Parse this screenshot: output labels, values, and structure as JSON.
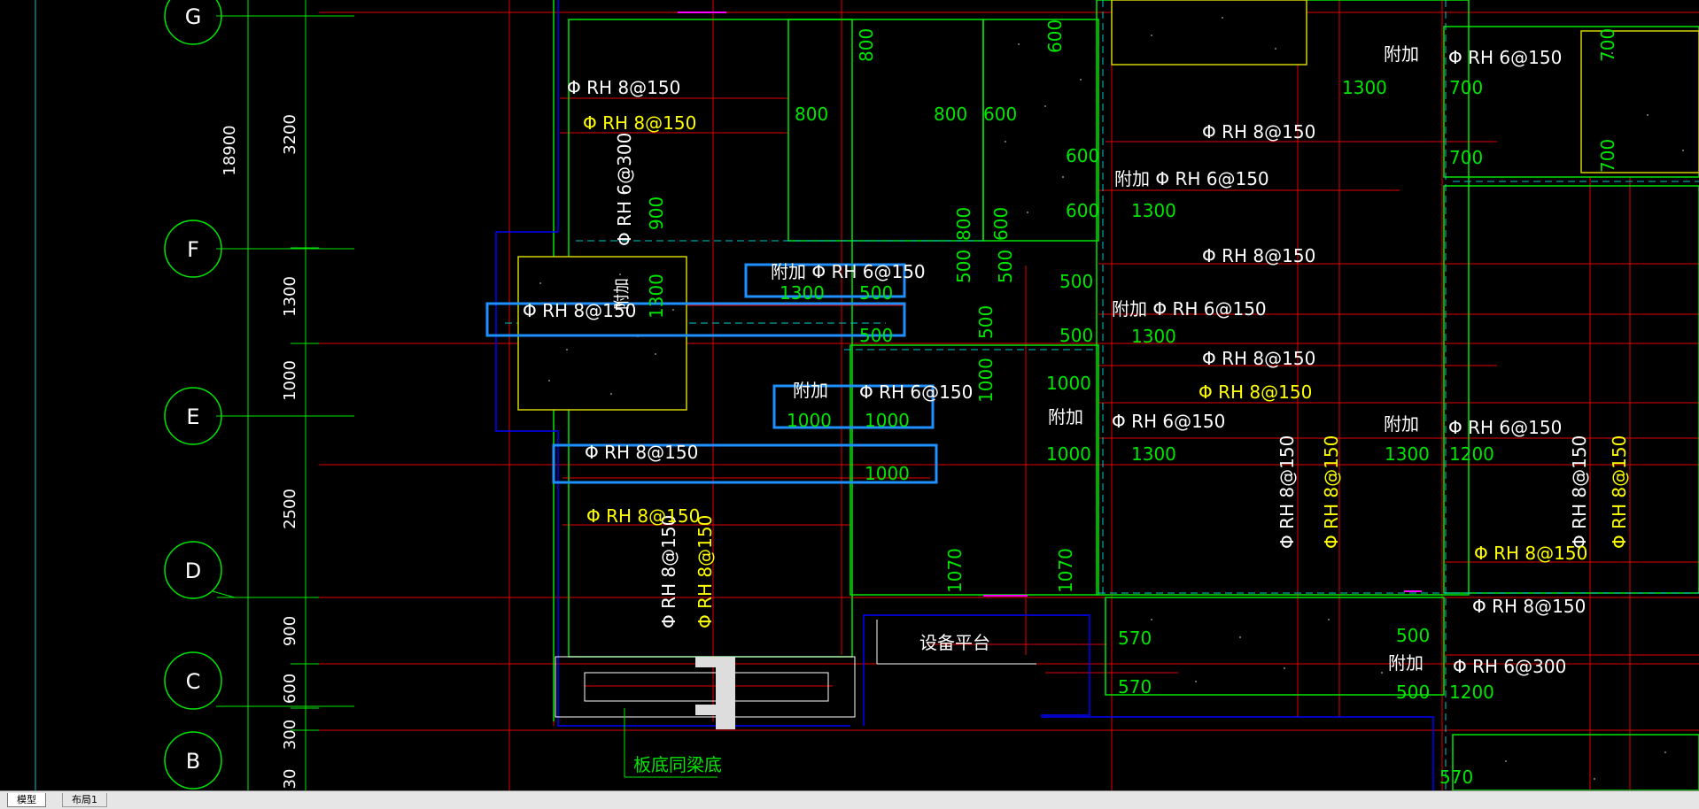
{
  "tabs": [
    {
      "label": "模型",
      "active": true
    },
    {
      "label": "布局1",
      "active": false
    }
  ],
  "grid_bubbles": [
    "G",
    "F",
    "E",
    "D",
    "C",
    "B"
  ],
  "dimensions": {
    "total": "18900",
    "segments": [
      "3200",
      "1300",
      "1000",
      "2500",
      "900",
      "600",
      "300",
      "30"
    ]
  },
  "annotations": {
    "rh8_150": "Φ RH 8@150",
    "rh6_150": "Φ RH 6@150",
    "rh6_300": "Φ RH 6@300",
    "extra": "附加",
    "extra_rh6_150": "附加 Φ RH 6@150",
    "equipment_platform": "设备平台",
    "slab_beam_bottom": "板底同梁底"
  },
  "lengths": {
    "l800": "800",
    "l600": "600",
    "l900": "900",
    "l500": "500",
    "l1300": "1300",
    "l1000": "1000",
    "l1200": "1200",
    "l700": "700",
    "l1070": "1070",
    "l570": "570"
  },
  "colors": {
    "background": "#000000",
    "grid": "#00e600",
    "dim": "#00e600",
    "red_line": "#e60000",
    "rebar_text_white": "#ffffff",
    "rebar_text_yellow": "#ffff00",
    "selection": "#1e90ff",
    "cyan_dashed": "#00c8c8",
    "blue_line": "#0000ff",
    "magenta": "#ff00ff",
    "slab_outline": "#d2d200",
    "status_bar": "#e6e6e6"
  }
}
